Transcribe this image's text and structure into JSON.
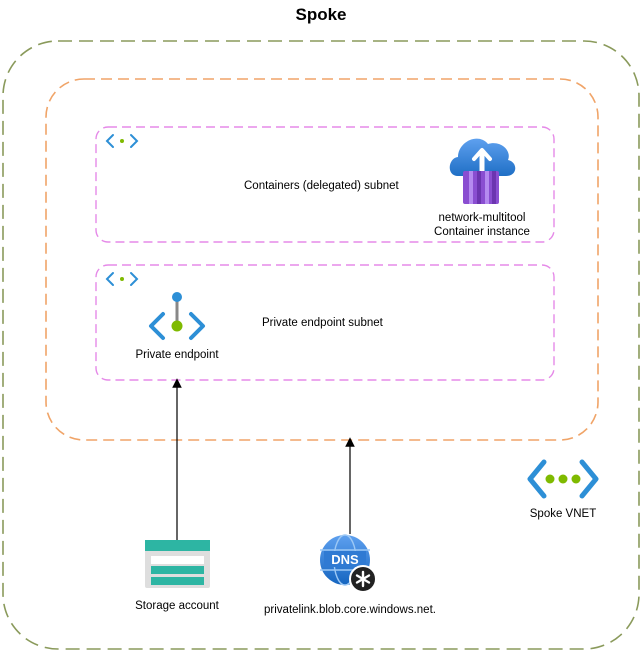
{
  "diagram": {
    "title": "Spoke",
    "subnets": {
      "containers": {
        "label": "Containers (delegated) subnet"
      },
      "private_endpoint": {
        "label": "Private endpoint subnet"
      }
    },
    "nodes": {
      "container_instance": {
        "line1": "network-multitool",
        "line2": "Container instance",
        "icon": "container-instance-icon"
      },
      "private_endpoint": {
        "label": "Private endpoint",
        "icon": "private-endpoint-icon"
      },
      "spoke_vnet": {
        "label": "Spoke VNET",
        "icon": "vnet-icon"
      },
      "storage_account": {
        "label": "Storage account",
        "icon": "storage-account-icon"
      },
      "dns_zone": {
        "label": "privatelink.blob.core.windows.net.",
        "icon": "dns-zone-icon",
        "badge_text": "DNS"
      }
    },
    "edges": [
      {
        "from": "Storage account",
        "to": "Private endpoint"
      },
      {
        "from": "privatelink.blob.core.windows.net.",
        "to": "Spoke VNET"
      }
    ],
    "colors": {
      "spoke_border": "#8a9a5b",
      "vnet_border": "#f0a468",
      "subnet_border": "#e58ae8",
      "azure_blue": "#1f78d1",
      "vnet_green": "#7fba00",
      "container_purple": "#8a4ed1",
      "storage_teal": "#2db5a3"
    }
  }
}
